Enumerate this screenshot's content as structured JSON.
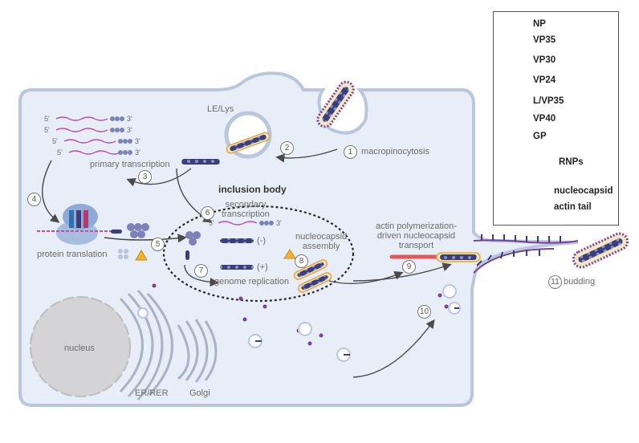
{
  "legend": {
    "np": "NP",
    "vp35": "VP35",
    "vp30": "VP30",
    "vp24": "VP24",
    "l_vp35": "L/VP35",
    "vp40": "VP40",
    "gp": "GP",
    "rnps": "RNPs",
    "nucleocapsid": "nucleocapsid",
    "actin_tail": "actin tail"
  },
  "labels": {
    "le_lys": "LE/Lys",
    "macropinocytosis": "macropinocytosis",
    "primary_transcription": "primary transcription",
    "inclusion_body": "inclusion body",
    "secondary_transcription": "secondary\ntranscription",
    "nucleocapsid_assembly": "nucleocapsid\nassembly",
    "genome_replication": "genome replication",
    "protein_translation": "protein translation",
    "actin_transport": "actin polymerization-\ndriven nucleocapsid\ntransport",
    "budding": "budding",
    "nucleus": "nucleus",
    "er_rer": "ER/RER",
    "golgi": "Golgi",
    "minus": "(-)",
    "plus": "(+)",
    "five_prime": "5'",
    "three_prime": "3'"
  },
  "steps": [
    "1",
    "2",
    "3",
    "4",
    "5",
    "6",
    "7",
    "8",
    "9",
    "10",
    "11"
  ],
  "colors": {
    "cell_fill": "#e8eef8",
    "cell_border": "#b9c6dc",
    "np": "#3a3f7a",
    "vp40": "#7b3fa0",
    "vp24": "#f2b233",
    "actin": "#e0403a",
    "nucleus": "#d4d4d6"
  }
}
